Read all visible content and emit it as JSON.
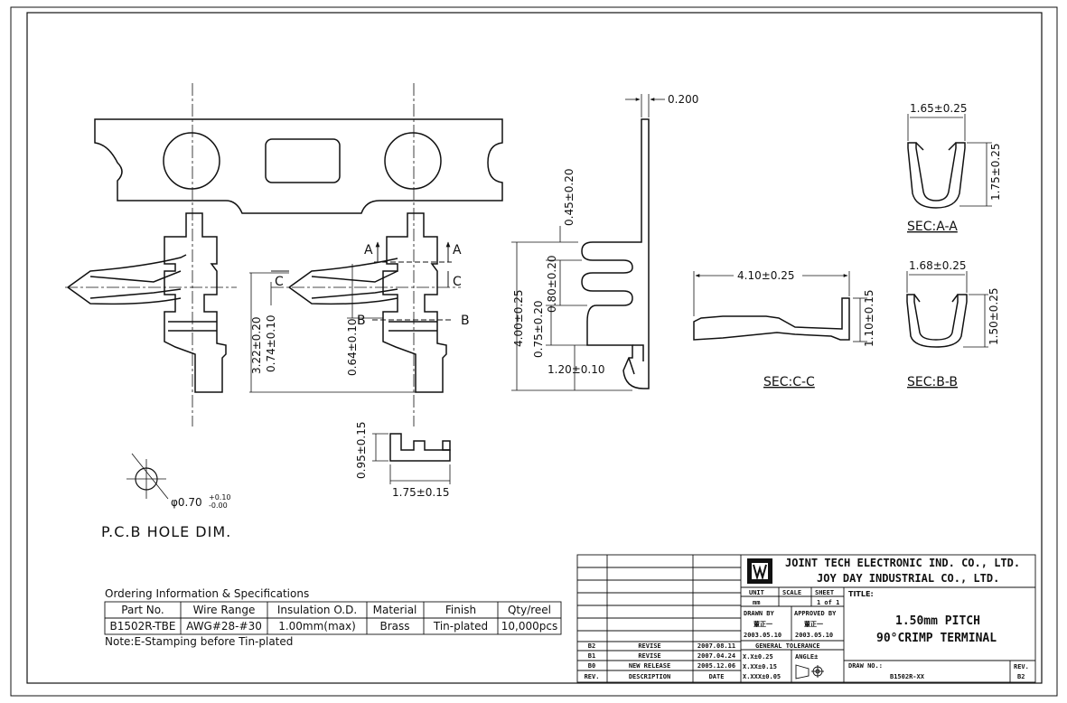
{
  "company": {
    "name_1": "JOINT TECH ELECTRONIC IND. CO., LTD.",
    "name_2": "JOY DAY INDUSTRIAL CO., LTD."
  },
  "title_block": {
    "unit_label": "UNIT",
    "unit_value": "mm",
    "scale_label": "SCALE",
    "scale_value": "",
    "sheet_label": "SHEET",
    "sheet_value": "1 of 1",
    "title_label": "TITLE:",
    "title_line_1": "1.50mm PITCH",
    "title_line_2": "90°CRIMP TERMINAL",
    "drawn_by_label": "DRAWN BY",
    "drawn_by_name": "董正一",
    "drawn_by_date": "2003.05.10",
    "approved_by_label": "APPROVED BY",
    "approved_by_name": "董正一",
    "approved_by_date": "2003.05.10",
    "tolerance_label": "GENERAL TOLERANCE",
    "tol_1": "X.X±0.25",
    "tol_2": "X.XX±0.15",
    "tol_3": "X.XXX±0.05",
    "angle_label": "ANGLE±",
    "draw_no_label": "DRAW NO.:",
    "draw_no_value": "B1502R-XX",
    "rev_label": "REV.",
    "rev_value": "B2"
  },
  "revisions": {
    "headers": [
      "REV.",
      "DESCRIPTION",
      "DATE"
    ],
    "rows": [
      [
        "B2",
        "REVISE",
        "2007.08.11"
      ],
      [
        "B1",
        "REVISE",
        "2007.04.24"
      ],
      [
        "B0",
        "NEW RELEASE",
        "2005.12.06"
      ]
    ]
  },
  "ordering": {
    "heading": "Ordering Information & Specifications",
    "headers": [
      "Part No.",
      "Wire Range",
      "Insulation O.D.",
      "Material",
      "Finish",
      "Qty/reel"
    ],
    "row": [
      "B1502R-TBE",
      "AWG#28-#30",
      "1.00mm(max)",
      "Brass",
      "Tin-plated",
      "10,000pcs"
    ],
    "note": "Note:E-Stamping before Tin-plated"
  },
  "views": {
    "pcb_hole_label": "P.C.B HOLE DIM.",
    "pcb_hole_dim": "φ0.70",
    "pcb_hole_tol_upper": "+0.10",
    "pcb_hole_tol_lower": "-0.00",
    "sec_aa": "SEC:A-A",
    "sec_bb": "SEC:B-B",
    "sec_cc": "SEC:C-C",
    "marks": {
      "a": "A",
      "b": "B",
      "c": "C"
    }
  },
  "dimensions": {
    "d_322": "3.22±0.20",
    "d_074": "0.74±0.10",
    "d_064": "0.64±0.10",
    "d_095": "0.95±0.15",
    "d_175b": "1.75±0.15",
    "d_0200": "0.200",
    "d_045": "0.45±0.20",
    "d_400": "4.00±0.25",
    "d_080": "0.80±0.20",
    "d_075": "0.75±0.20",
    "d_120": "1.20±0.10",
    "d_410": "4.10±0.25",
    "d_110": "1.10±0.15",
    "d_165": "1.65±0.25",
    "d_175a": "1.75±0.25",
    "d_168": "1.68±0.25",
    "d_150": "1.50±0.25"
  }
}
